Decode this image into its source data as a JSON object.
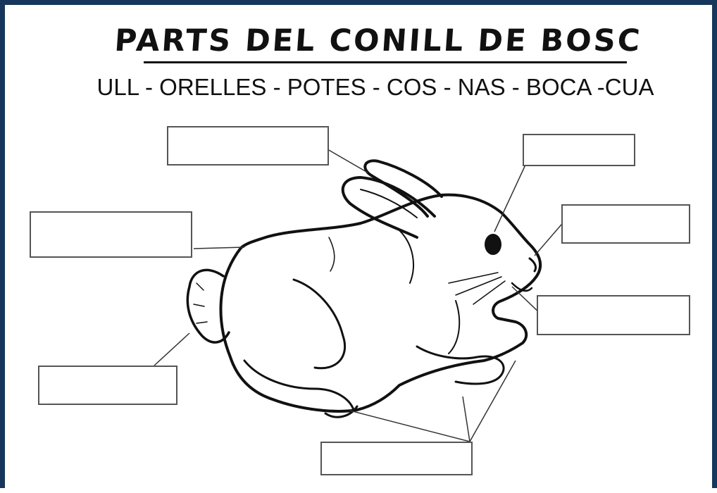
{
  "worksheet": {
    "title": "PARTS DEL CONILL DE BOSC",
    "word_list": "ULL - ORELLES - POTES - COS - NAS - BOCA -CUA",
    "answer_boxes": [
      {
        "name": "answer-box-ear",
        "value": ""
      },
      {
        "name": "answer-box-eye",
        "value": ""
      },
      {
        "name": "answer-box-body",
        "value": ""
      },
      {
        "name": "answer-box-nose",
        "value": ""
      },
      {
        "name": "answer-box-mouth",
        "value": ""
      },
      {
        "name": "answer-box-tail",
        "value": ""
      },
      {
        "name": "answer-box-paws",
        "value": ""
      }
    ]
  },
  "colors": {
    "frame": "#16365c",
    "ink": "#111111",
    "box_border": "#555555"
  }
}
